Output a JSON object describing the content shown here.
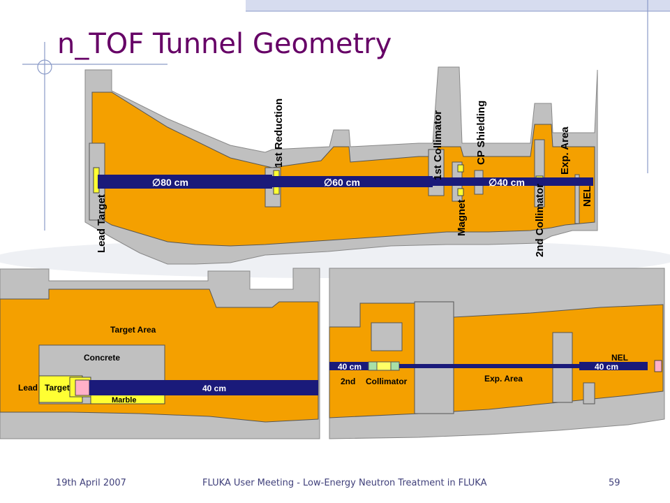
{
  "slide": {
    "title": "n_TOF Tunnel Geometry",
    "footer": {
      "date": "19th April 2007",
      "center": "FLUKA User Meeting - Low-Energy Neutron Treatment in FLUKA",
      "page": "59"
    }
  },
  "colors": {
    "title": "#660066",
    "footer": "#3f3f7a",
    "concrete": "#c0c0c0",
    "tunnel": "#f4a000",
    "beam_pipe": "#1a1a7a",
    "accent_line": "#8a9ac8",
    "target": "#ffff33"
  },
  "top_diagram": {
    "labels": {
      "lead_target": "Lead Target",
      "reduction": "1st Reduction",
      "collimator1": "1st Collimator",
      "magnet": "Magnet",
      "cp_shielding": "CP Shielding",
      "collimator2": "2nd Collimator",
      "exp_area": "Exp. Area",
      "nel": "NEL",
      "d80": "∅80 cm",
      "d60": "∅60 cm",
      "d40": "∅40 cm"
    }
  },
  "bottom_left": {
    "labels": {
      "target_area": "Target  Area",
      "concrete": "Concrete",
      "lead": "Lead",
      "target": "Target",
      "marble": "Marble",
      "d40": "40   cm"
    }
  },
  "bottom_right": {
    "labels": {
      "d40_left": "40   cm",
      "second": "2nd",
      "collimator": "Collimator",
      "exp_area": "Exp.  Area",
      "nel": "NEL",
      "d40_right": "40   cm"
    }
  }
}
